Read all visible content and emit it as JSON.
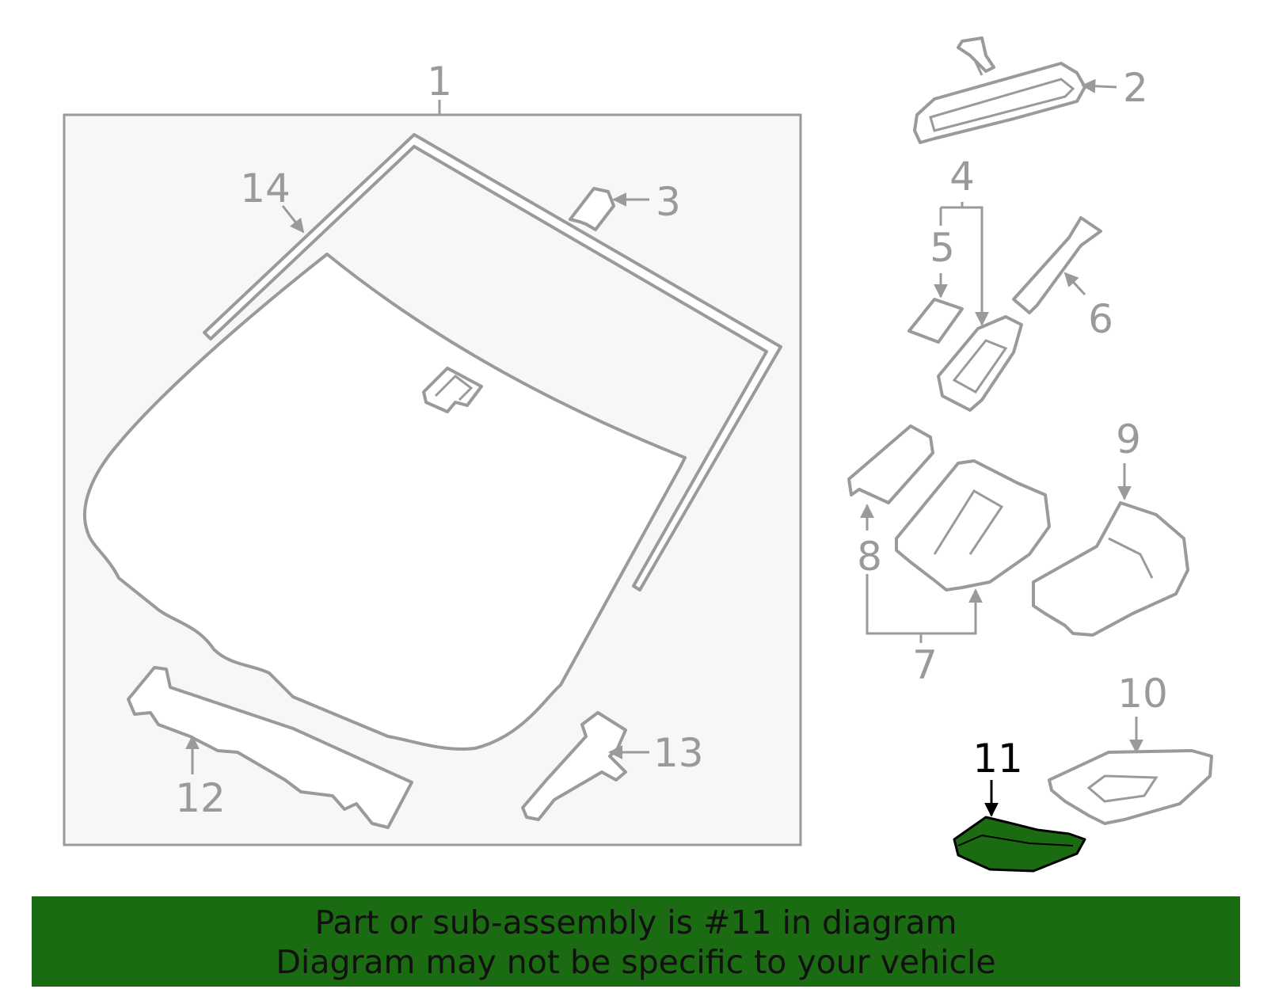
{
  "callouts": {
    "c1": "1",
    "c2": "2",
    "c3": "3",
    "c4": "4",
    "c5": "5",
    "c6": "6",
    "c7": "7",
    "c8": "8",
    "c9": "9",
    "c10": "10",
    "c11": "11",
    "c12": "12",
    "c13": "13",
    "c14": "14"
  },
  "highlight": {
    "part_number": "11",
    "color": "#1a6b12"
  },
  "banner": {
    "line1": "Part or sub-assembly is #11 in diagram",
    "line2": "Diagram may not be specific to your vehicle",
    "background": "#1a6b12"
  },
  "colors": {
    "line": "#9a9a9a",
    "panel": "#f7f7f7"
  }
}
